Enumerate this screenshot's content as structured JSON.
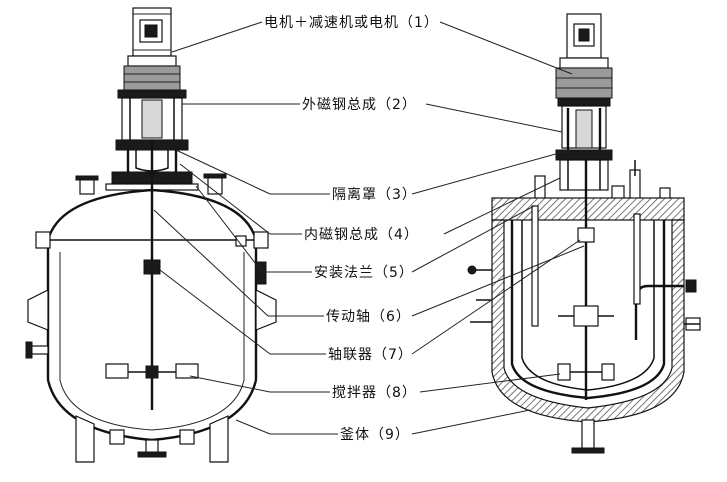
{
  "labels": [
    {
      "id": "motor",
      "text": "电机＋减速机或电机（1）"
    },
    {
      "id": "outer-magnet",
      "text": "外磁钢总成（2）"
    },
    {
      "id": "isolation-cover",
      "text": "隔离罩（3）"
    },
    {
      "id": "inner-magnet",
      "text": "内磁钢总成（4）"
    },
    {
      "id": "mounting-flange",
      "text": "安装法兰（5）"
    },
    {
      "id": "drive-shaft",
      "text": "传动轴（6）"
    },
    {
      "id": "coupling",
      "text": "轴联器（7）"
    },
    {
      "id": "agitator",
      "text": "搅拌器（8）"
    },
    {
      "id": "vessel-body",
      "text": "釜体（9）"
    }
  ]
}
